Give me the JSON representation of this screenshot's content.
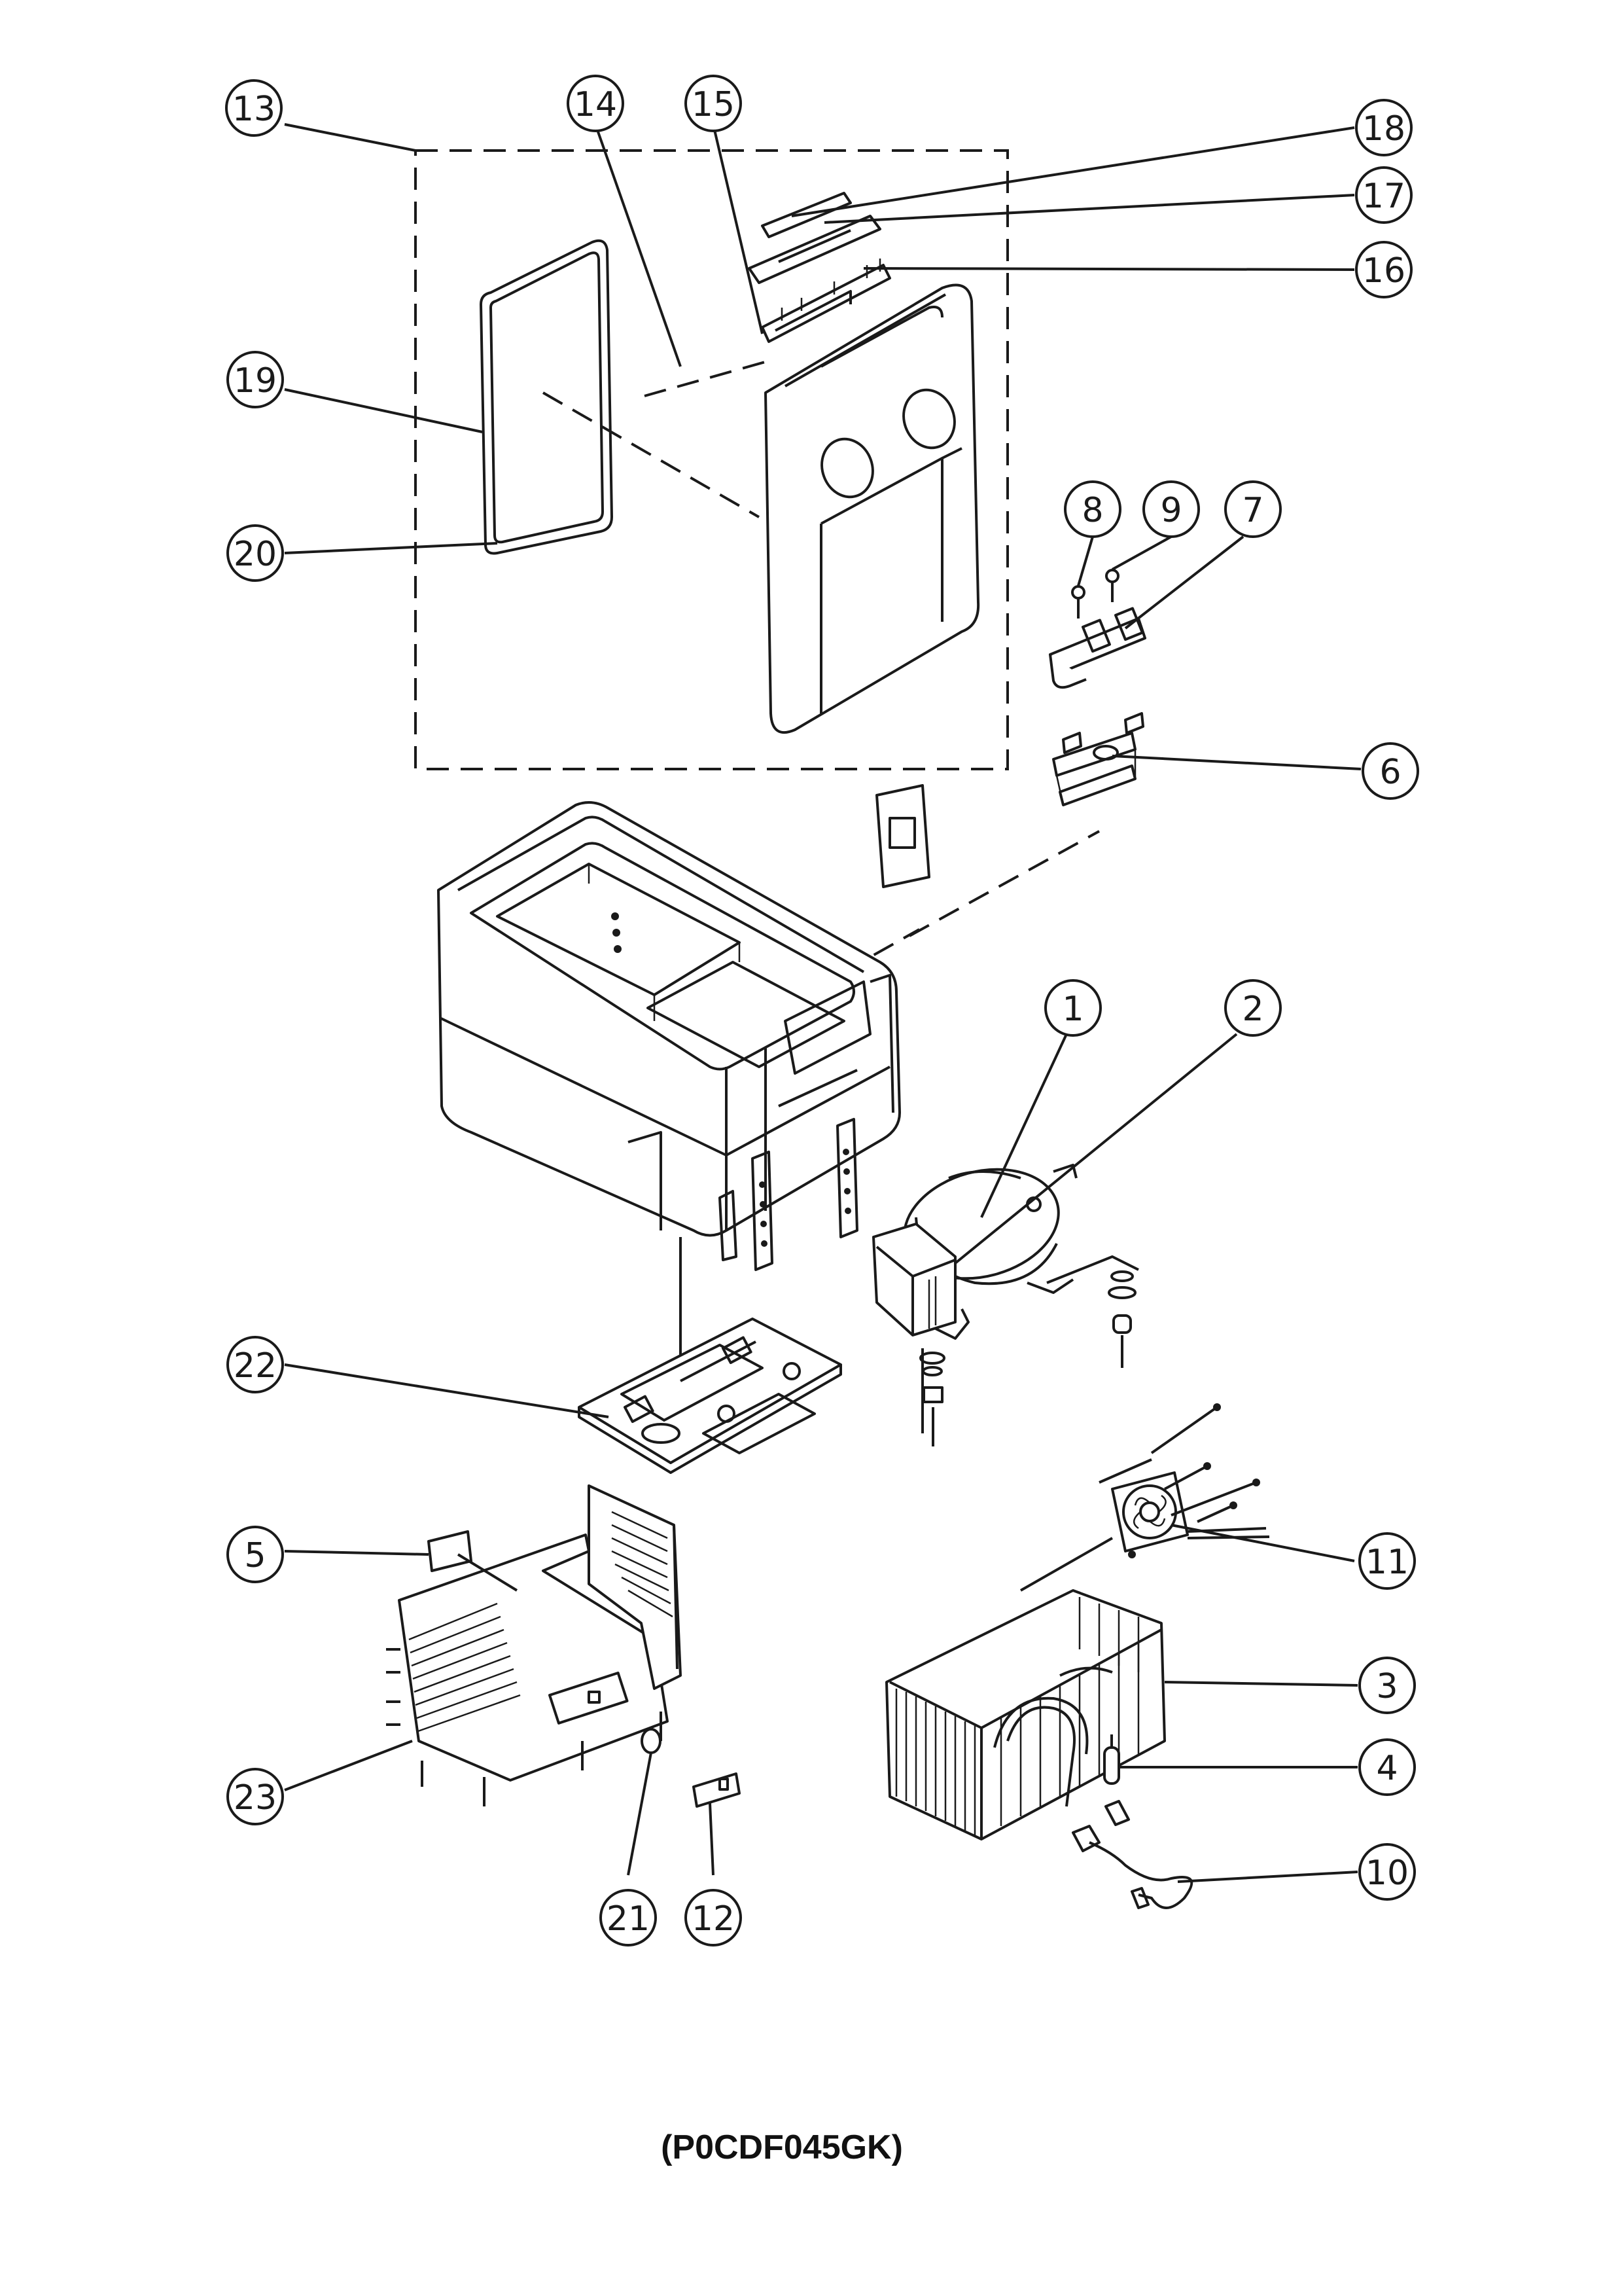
{
  "diagram": {
    "callouts": [
      {
        "id": "13",
        "label": "13"
      },
      {
        "id": "14",
        "label": "14"
      },
      {
        "id": "15",
        "label": "15"
      },
      {
        "id": "18",
        "label": "18"
      },
      {
        "id": "17",
        "label": "17"
      },
      {
        "id": "16",
        "label": "16"
      },
      {
        "id": "19",
        "label": "19"
      },
      {
        "id": "20",
        "label": "20"
      },
      {
        "id": "8",
        "label": "8"
      },
      {
        "id": "9",
        "label": "9"
      },
      {
        "id": "7",
        "label": "7"
      },
      {
        "id": "6",
        "label": "6"
      },
      {
        "id": "1",
        "label": "1"
      },
      {
        "id": "2",
        "label": "2"
      },
      {
        "id": "22",
        "label": "22"
      },
      {
        "id": "5",
        "label": "5"
      },
      {
        "id": "11",
        "label": "11"
      },
      {
        "id": "3",
        "label": "3"
      },
      {
        "id": "4",
        "label": "4"
      },
      {
        "id": "23",
        "label": "23"
      },
      {
        "id": "10",
        "label": "10"
      },
      {
        "id": "21",
        "label": "21"
      },
      {
        "id": "12",
        "label": "12"
      }
    ],
    "model_code": "(P0CDF045GK)"
  }
}
